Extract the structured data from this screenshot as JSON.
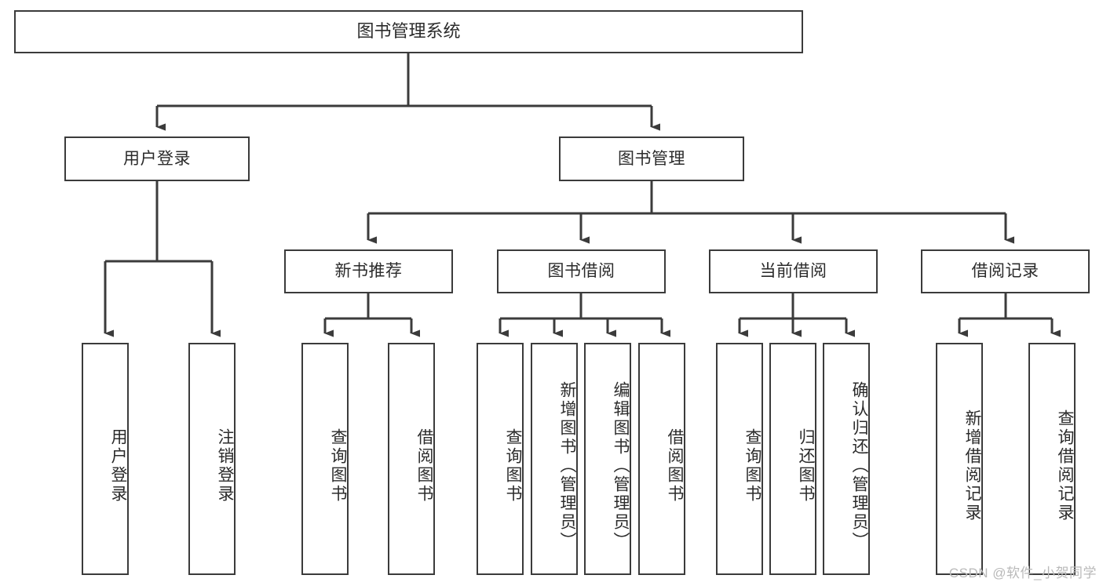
{
  "diagram": {
    "type": "tree",
    "title": "图书管理系统",
    "root": {
      "label": "图书管理系统"
    },
    "level2": [
      {
        "label": "用户登录"
      },
      {
        "label": "图书管理"
      }
    ],
    "level3": [
      {
        "label": "新书推荐"
      },
      {
        "label": "图书借阅"
      },
      {
        "label": "当前借阅"
      },
      {
        "label": "借阅记录"
      }
    ],
    "leaves": {
      "user_login": [
        {
          "label": "用户登录"
        },
        {
          "label": "注销登录"
        }
      ],
      "new_book_recommend": [
        {
          "label": "查询图书"
        },
        {
          "label": "借阅图书"
        }
      ],
      "book_borrow": [
        {
          "label": "查询图书"
        },
        {
          "label": "新增图书（管理员）"
        },
        {
          "label": "编辑图书（管理员）"
        },
        {
          "label": "借阅图书"
        }
      ],
      "current_borrow": [
        {
          "label": "查询图书"
        },
        {
          "label": "归还图书"
        },
        {
          "label": "确认归还（管理员）"
        }
      ],
      "borrow_records": [
        {
          "label": "新增借阅记录"
        },
        {
          "label": "查询借阅记录"
        }
      ]
    }
  },
  "watermark": {
    "text": "CSDN @软件_小贺同学"
  },
  "colors": {
    "border": "#3b3b3b",
    "text": "#2b2b2b",
    "background": "#ffffff",
    "watermark": "#b9b9b9"
  }
}
